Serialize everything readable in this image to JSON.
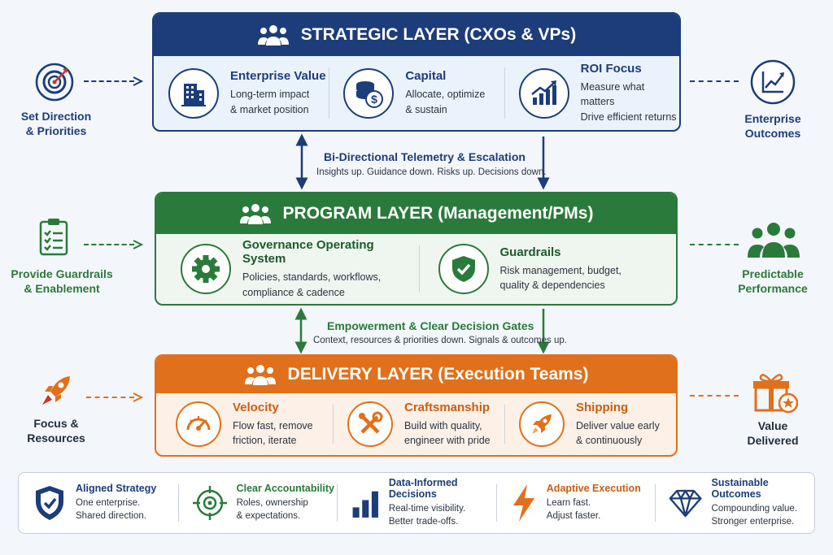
{
  "colors": {
    "strategic": "#1c3d7a",
    "program": "#2a7a3b",
    "delivery": "#e0701c",
    "accent_red": "#c0392b"
  },
  "strategic": {
    "title": "STRATEGIC LAYER (CXOs & VPs)",
    "icon": "people-group-icon",
    "cells": [
      {
        "icon": "building-icon",
        "title": "Enterprise Value",
        "text": "Long-term impact\n& market position"
      },
      {
        "icon": "coins-dollar-icon",
        "title": "Capital",
        "text": "Allocate, optimize\n& sustain"
      },
      {
        "icon": "growth-chart-icon",
        "title": "ROI Focus",
        "text": "Measure what matters\nDrive efficient returns"
      }
    ]
  },
  "connector1": {
    "title": "Bi-Directional Telemetry & Escalation",
    "text": "Insights up. Guidance down. Risks up. Decisions down."
  },
  "program": {
    "title": "PROGRAM LAYER (Management/PMs)",
    "icon": "people-group-icon",
    "cells": [
      {
        "icon": "gear-icon",
        "title": "Governance Operating System",
        "text": "Policies, standards, workflows,\ncompliance & cadence"
      },
      {
        "icon": "shield-check-icon",
        "title": "Guardrails",
        "text": "Risk management, budget,\nquality & dependencies"
      }
    ]
  },
  "connector2": {
    "title": "Empowerment & Clear Decision Gates",
    "text": "Context, resources & priorities down. Signals & outcomes up."
  },
  "delivery": {
    "title": "DELIVERY LAYER (Execution Teams)",
    "icon": "people-group-icon",
    "cells": [
      {
        "icon": "speedometer-icon",
        "title": "Velocity",
        "text": "Flow fast, remove\nfriction, iterate"
      },
      {
        "icon": "tools-icon",
        "title": "Craftsmanship",
        "text": "Build with quality,\nengineer with pride"
      },
      {
        "icon": "rocket-icon",
        "title": "Shipping",
        "text": "Deliver value early\n& continuously"
      }
    ]
  },
  "left": [
    {
      "icon": "target-icon",
      "label": "Set Direction\n& Priorities"
    },
    {
      "icon": "clipboard-checklist-icon",
      "label": "Provide Guardrails\n& Enablement"
    },
    {
      "icon": "rocket-icon",
      "label": "Focus &\nResources"
    }
  ],
  "right": [
    {
      "icon": "trend-chart-icon",
      "label": "Enterprise\nOutcomes"
    },
    {
      "icon": "team-icon",
      "label": "Predictable\nPerformance"
    },
    {
      "icon": "gift-star-icon",
      "label": "Value\nDelivered"
    }
  ],
  "bottom": [
    {
      "icon": "shield-check-icon",
      "title": "Aligned Strategy",
      "text": "One enterprise.\nShared direction.",
      "color": "#1c3d7a"
    },
    {
      "icon": "crosshair-icon",
      "title": "Clear Accountability",
      "text": "Roles, ownership\n& expectations.",
      "color": "#2a7a3b"
    },
    {
      "icon": "bar-chart-icon",
      "title": "Data-Informed Decisions",
      "text": "Real-time visibility.\nBetter trade-offs.",
      "color": "#1c3d7a"
    },
    {
      "icon": "lightning-icon",
      "title": "Adaptive Execution",
      "text": "Learn fast.\nAdjust faster.",
      "color": "#c75e12"
    },
    {
      "icon": "diamond-icon",
      "title": "Sustainable Outcomes",
      "text": "Compounding value.\nStronger enterprise.",
      "color": "#1c3d7a"
    }
  ]
}
